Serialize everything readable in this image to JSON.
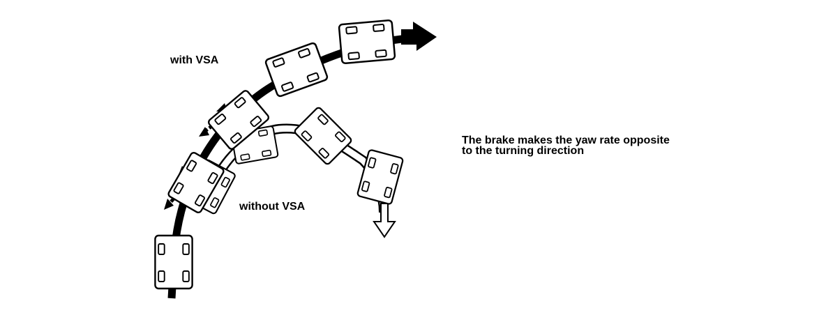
{
  "labels": {
    "with_vsa": "with VSA",
    "without_vsa": "without VSA"
  },
  "caption": {
    "line1": "The brake makes the yaw rate opposite",
    "line2": "to the turning direction"
  },
  "colors": {
    "ink": "#000000",
    "paper": "#ffffff"
  }
}
